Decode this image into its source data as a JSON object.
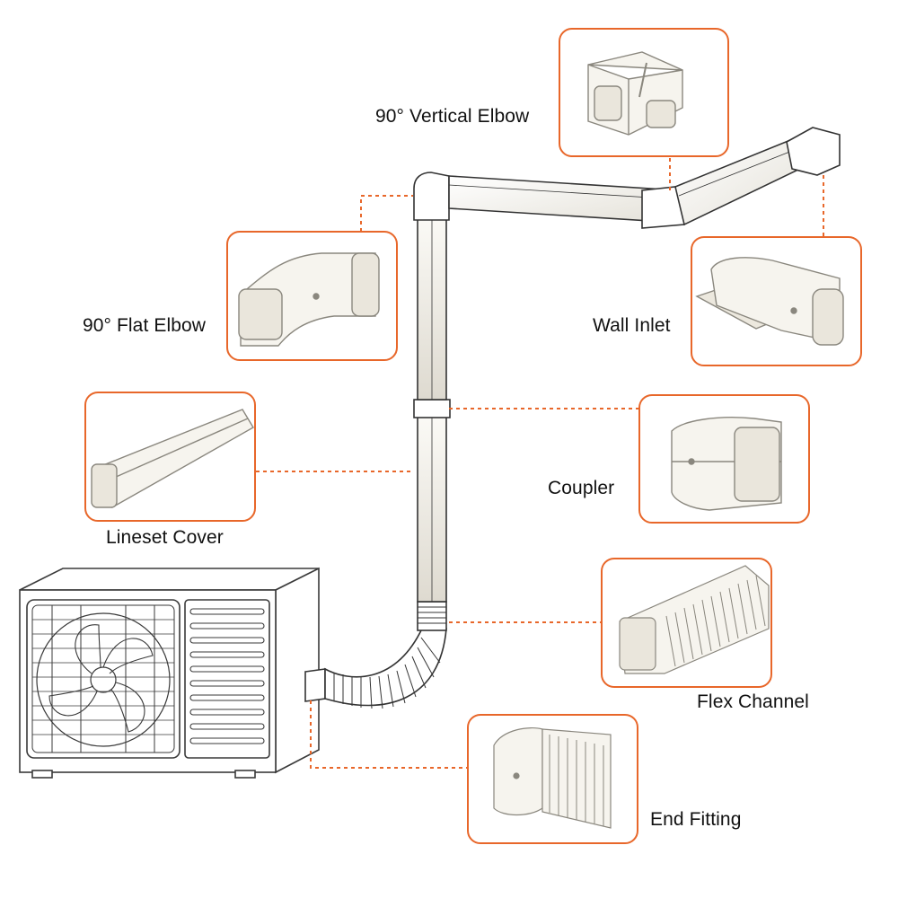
{
  "accent_color": "#e8672a",
  "line_color": "#333333",
  "part_fill": "#f6f4ee",
  "labels": {
    "vertical_elbow": "90° Vertical Elbow",
    "flat_elbow": "90° Flat Elbow",
    "wall_inlet": "Wall Inlet",
    "lineset_cover": "Lineset Cover",
    "coupler": "Coupler",
    "flex_channel": "Flex Channel",
    "end_fitting": "End Fitting"
  },
  "parts": [
    {
      "name": "vertical-elbow",
      "icon": "vertical-elbow-icon"
    },
    {
      "name": "flat-elbow",
      "icon": "flat-elbow-icon"
    },
    {
      "name": "wall-inlet",
      "icon": "wall-inlet-icon"
    },
    {
      "name": "lineset-cover",
      "icon": "lineset-cover-icon"
    },
    {
      "name": "coupler",
      "icon": "coupler-icon"
    },
    {
      "name": "flex-channel",
      "icon": "flex-channel-icon"
    },
    {
      "name": "end-fitting",
      "icon": "end-fitting-icon"
    }
  ]
}
